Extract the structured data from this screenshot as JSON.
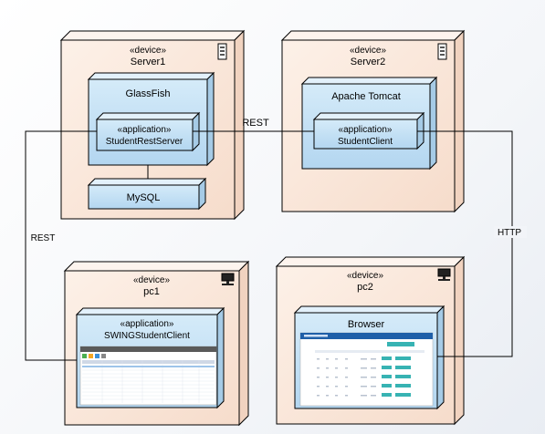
{
  "colors": {
    "node_fill": "#fbe9dd",
    "node_top": "#fdf4ee",
    "node_side": "#f1d3c0",
    "component_fill": "#c3e0f5",
    "component_top": "#e3f1fb",
    "component_side": "#a6cbe6",
    "line": "#000000",
    "screen_header": "#1f5fa8",
    "button_teal": "#37b3b3"
  },
  "nodes": {
    "server1": {
      "stereotype": "«device»",
      "name": "Server1",
      "icon": "server-icon"
    },
    "server2": {
      "stereotype": "«device»",
      "name": "Server2",
      "icon": "server-icon"
    },
    "pc1": {
      "stereotype": "«device»",
      "name": "pc1",
      "icon": "computer-icon"
    },
    "pc2": {
      "stereotype": "«device»",
      "name": "pc2",
      "icon": "computer-icon"
    }
  },
  "components": {
    "glassfish": {
      "name": "GlassFish"
    },
    "student_rest_server": {
      "stereotype": "«application»",
      "name": "StudentRestServer"
    },
    "mysql": {
      "name": "MySQL"
    },
    "apache_tomcat": {
      "name": "Apache Tomcat"
    },
    "student_client": {
      "stereotype": "«application»",
      "name": "StudentClient"
    },
    "swing_student_client": {
      "stereotype": "«application»",
      "name": "SWINGStudentClient"
    },
    "browser": {
      "name": "Browser"
    }
  },
  "connectors": {
    "rest_top": "REST",
    "rest_left": "REST",
    "http_right": "HTTP"
  }
}
